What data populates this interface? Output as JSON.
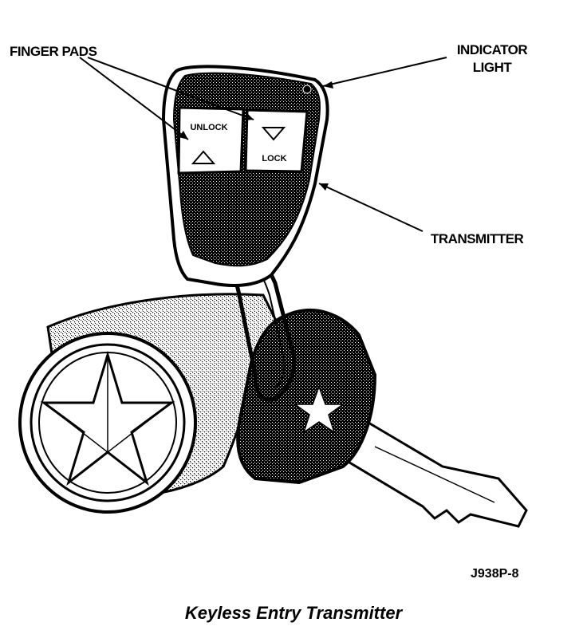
{
  "callouts": {
    "finger_pads": "FINGER PADS",
    "indicator_light_line1": "INDICATOR",
    "indicator_light_line2": "LIGHT",
    "transmitter": "TRANSMITTER"
  },
  "buttons": {
    "unlock": "UNLOCK",
    "lock": "LOCK"
  },
  "figure_id": "J938P-8",
  "caption": "Keyless Entry Transmitter"
}
